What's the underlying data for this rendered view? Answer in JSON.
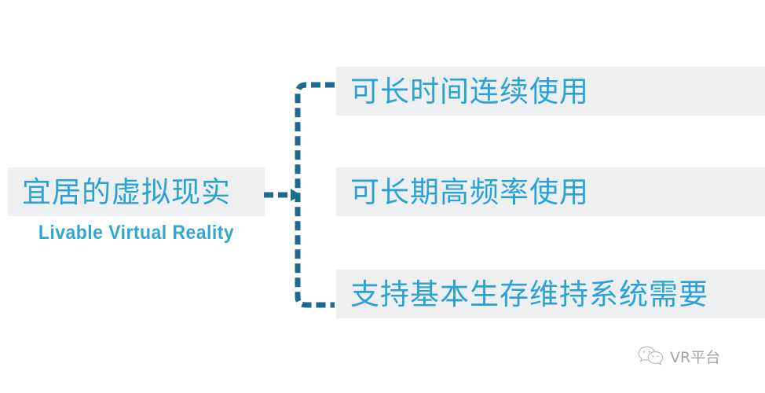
{
  "diagram": {
    "type": "bracket-tree",
    "root": {
      "title": "宜居的虚拟现实",
      "subtitle": "Livable Virtual Reality"
    },
    "branches": [
      {
        "label": "可长时间连续使用"
      },
      {
        "label": "可长期高频率使用"
      },
      {
        "label": "支持基本生存维持系统需要"
      }
    ],
    "colors": {
      "text_accent": "#2aa2d4",
      "subtitle": "#33a5cf",
      "box_background": "#eeeff1",
      "connector": "#1c6b8f",
      "page_background": "#ffffff"
    }
  },
  "watermark": {
    "icon": "wechat-icon",
    "label": "VR平台"
  }
}
